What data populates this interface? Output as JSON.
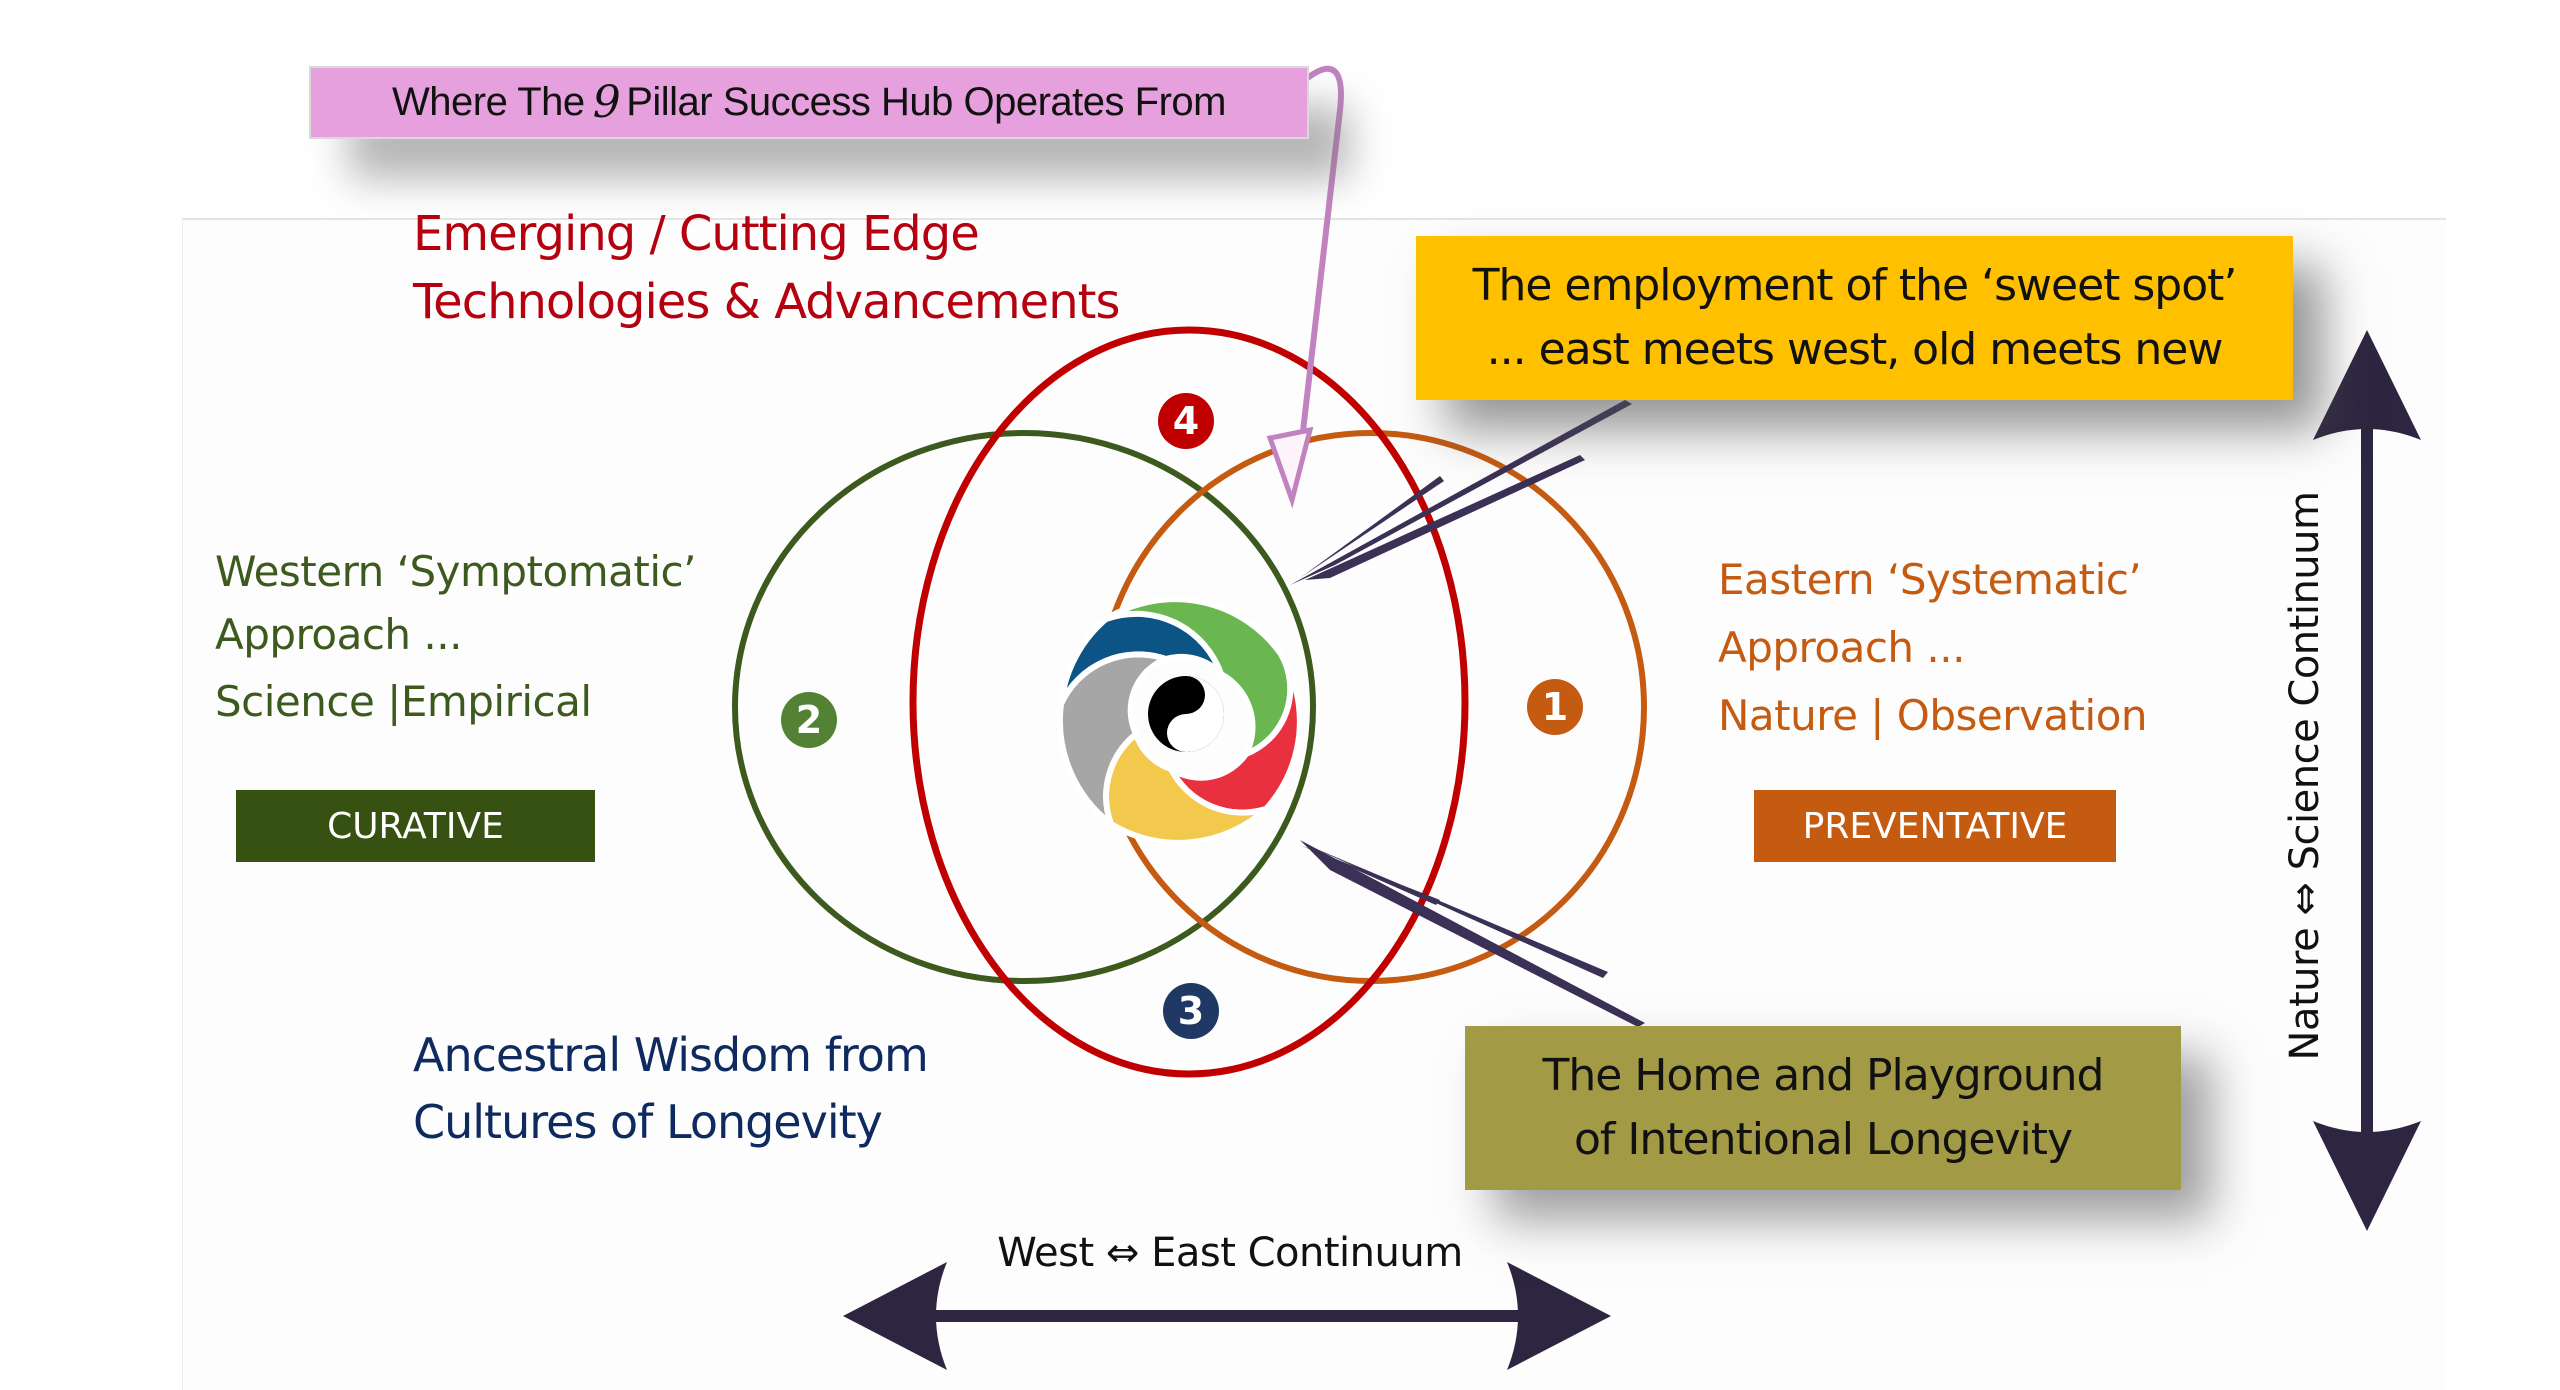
{
  "header": {
    "prefix": "Where The",
    "number_glyph": "9",
    "suffix": "Pillar Success Hub Operates From",
    "color": "#e5a0dd"
  },
  "emerging": {
    "line1": "Emerging / Cutting Edge",
    "line2": "Technologies & Advancements",
    "color": "#b5000f"
  },
  "sweet_spot_box": {
    "line1": "The employment of the ‘sweet spot’",
    "line2": "... east meets west, old meets new",
    "color": "#ffc000"
  },
  "western": {
    "line1": "Western ‘Symptomatic’",
    "line2": "Approach ...",
    "line3": "Science |Empirical",
    "tag": "CURATIVE",
    "color": "#375113"
  },
  "eastern": {
    "line1": "Eastern ‘Systematic’",
    "line2": "Approach ...",
    "line3": "Nature | Observation",
    "tag": "PREVENTATIVE",
    "color": "#c55a11"
  },
  "ancestral": {
    "line1": "Ancestral Wisdom from",
    "line2": "Cultures of Longevity",
    "color": "#0e2a5e"
  },
  "home_box": {
    "line1": "The Home and Playground",
    "line2": "of Intentional Longevity",
    "color": "#a29a45"
  },
  "badges": [
    {
      "label": "1",
      "color": "#c55a11"
    },
    {
      "label": "2",
      "color": "#548235"
    },
    {
      "label": "3",
      "color": "#1f3864"
    },
    {
      "label": "4",
      "color": "#c00000"
    }
  ],
  "circles": {
    "western_color": "#3d5a1e",
    "emerging_color": "#c00000",
    "eastern_color": "#c55a11"
  },
  "logo": {
    "icon": "yin-yang-swirl-logo",
    "segment_colors": [
      "#6ab651",
      "#e8303f",
      "#f2c94c",
      "#a6a6a6",
      "#0c5486"
    ]
  },
  "axes": {
    "horizontal_label": "West ⇔ East Continuum",
    "vertical_label": "Nature ⇔ Science Continuum",
    "arrow_color": "#2e2640"
  }
}
